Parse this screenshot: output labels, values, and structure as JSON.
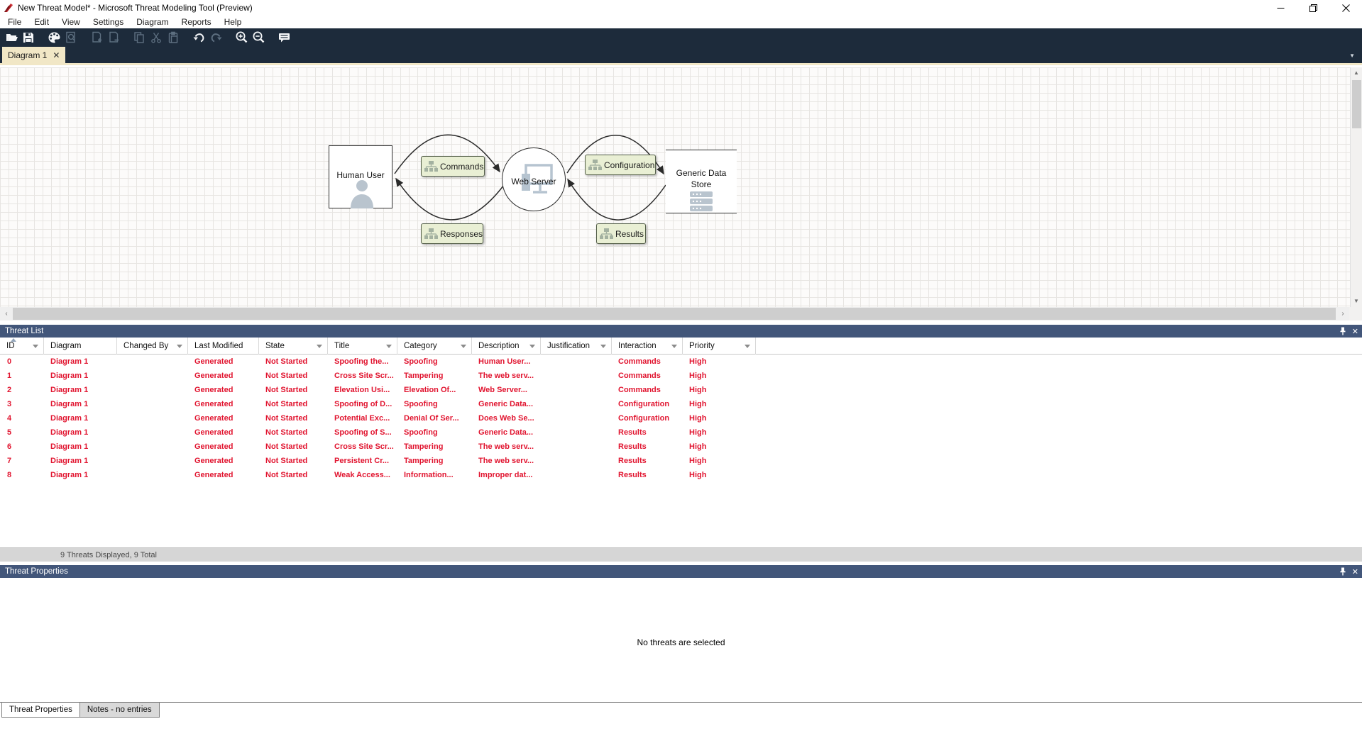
{
  "window": {
    "title": "New Threat Model* - Microsoft Threat Modeling Tool (Preview)"
  },
  "menu": {
    "items": [
      "File",
      "Edit",
      "View",
      "Settings",
      "Diagram",
      "Reports",
      "Help"
    ]
  },
  "toolbar": {
    "icons": [
      {
        "name": "open-file",
        "enabled": true
      },
      {
        "name": "save",
        "enabled": true
      },
      {
        "name": "analysis-palette",
        "enabled": true
      },
      {
        "name": "find-in-document",
        "enabled": false
      },
      {
        "name": "add-page",
        "enabled": false
      },
      {
        "name": "remove-page",
        "enabled": false
      },
      {
        "name": "copy",
        "enabled": false
      },
      {
        "name": "cut",
        "enabled": false
      },
      {
        "name": "paste",
        "enabled": false
      },
      {
        "name": "undo",
        "enabled": true
      },
      {
        "name": "redo",
        "enabled": false
      },
      {
        "name": "zoom-in",
        "enabled": true
      },
      {
        "name": "zoom-out",
        "enabled": true
      },
      {
        "name": "feedback",
        "enabled": true
      }
    ]
  },
  "tabs": {
    "diagram_tab": "Diagram 1"
  },
  "diagram": {
    "nodes": {
      "human_user": "Human User",
      "web_server": "Web Server",
      "data_store": "Generic Data Store"
    },
    "flows": {
      "commands": "Commands",
      "responses": "Responses",
      "configuration": "Configuration",
      "results": "Results"
    }
  },
  "threat_list": {
    "title": "Threat List",
    "columns": [
      {
        "label": "ID",
        "filter": true,
        "sorted": true
      },
      {
        "label": "Diagram",
        "filter": false,
        "sorted": false
      },
      {
        "label": "Changed By",
        "filter": true,
        "sorted": false
      },
      {
        "label": "Last Modified",
        "filter": false,
        "sorted": false
      },
      {
        "label": "State",
        "filter": true,
        "sorted": false
      },
      {
        "label": "Title",
        "filter": true,
        "sorted": false
      },
      {
        "label": "Category",
        "filter": true,
        "sorted": false
      },
      {
        "label": "Description",
        "filter": true,
        "sorted": false
      },
      {
        "label": "Justification",
        "filter": true,
        "sorted": false
      },
      {
        "label": "Interaction",
        "filter": true,
        "sorted": false
      },
      {
        "label": "Priority",
        "filter": true,
        "sorted": false
      }
    ],
    "rows": [
      {
        "id": "0",
        "diagram": "Diagram 1",
        "changed_by": "",
        "last_modified": "Generated",
        "state": "Not Started",
        "title": "Spoofing the...",
        "category": "Spoofing",
        "description": "Human User...",
        "justification": "",
        "interaction": "Commands",
        "priority": "High"
      },
      {
        "id": "1",
        "diagram": "Diagram 1",
        "changed_by": "",
        "last_modified": "Generated",
        "state": "Not Started",
        "title": "Cross Site Scr...",
        "category": "Tampering",
        "description": "The web serv...",
        "justification": "",
        "interaction": "Commands",
        "priority": "High"
      },
      {
        "id": "2",
        "diagram": "Diagram 1",
        "changed_by": "",
        "last_modified": "Generated",
        "state": "Not Started",
        "title": "Elevation Usi...",
        "category": "Elevation Of...",
        "description": "Web Server...",
        "justification": "",
        "interaction": "Commands",
        "priority": "High"
      },
      {
        "id": "3",
        "diagram": "Diagram 1",
        "changed_by": "",
        "last_modified": "Generated",
        "state": "Not Started",
        "title": "Spoofing of D...",
        "category": "Spoofing",
        "description": "Generic Data...",
        "justification": "",
        "interaction": "Configuration",
        "priority": "High"
      },
      {
        "id": "4",
        "diagram": "Diagram 1",
        "changed_by": "",
        "last_modified": "Generated",
        "state": "Not Started",
        "title": "Potential Exc...",
        "category": "Denial Of Ser...",
        "description": "Does Web Se...",
        "justification": "",
        "interaction": "Configuration",
        "priority": "High"
      },
      {
        "id": "5",
        "diagram": "Diagram 1",
        "changed_by": "",
        "last_modified": "Generated",
        "state": "Not Started",
        "title": "Spoofing of S...",
        "category": "Spoofing",
        "description": "Generic Data...",
        "justification": "",
        "interaction": "Results",
        "priority": "High"
      },
      {
        "id": "6",
        "diagram": "Diagram 1",
        "changed_by": "",
        "last_modified": "Generated",
        "state": "Not Started",
        "title": "Cross Site Scr...",
        "category": "Tampering",
        "description": "The web serv...",
        "justification": "",
        "interaction": "Results",
        "priority": "High"
      },
      {
        "id": "7",
        "diagram": "Diagram 1",
        "changed_by": "",
        "last_modified": "Generated",
        "state": "Not Started",
        "title": "Persistent Cr...",
        "category": "Tampering",
        "description": "The web serv...",
        "justification": "",
        "interaction": "Results",
        "priority": "High"
      },
      {
        "id": "8",
        "diagram": "Diagram 1",
        "changed_by": "",
        "last_modified": "Generated",
        "state": "Not Started",
        "title": "Weak Access...",
        "category": "Information...",
        "description": "Improper dat...",
        "justification": "",
        "interaction": "Results",
        "priority": "High"
      }
    ],
    "status": "9 Threats Displayed, 9 Total"
  },
  "threat_properties": {
    "title": "Threat Properties",
    "empty_message": "No threats are selected"
  },
  "bottom_tabs": [
    "Threat Properties",
    "Notes - no entries"
  ],
  "colors": {
    "toolbar_navy": "#1d2b3b",
    "panel_header_blue": "#42567a",
    "active_tab_cream": "#f1e7c6",
    "threat_row_red": "#e1142f",
    "flow_label_green": "#e9efd4"
  }
}
